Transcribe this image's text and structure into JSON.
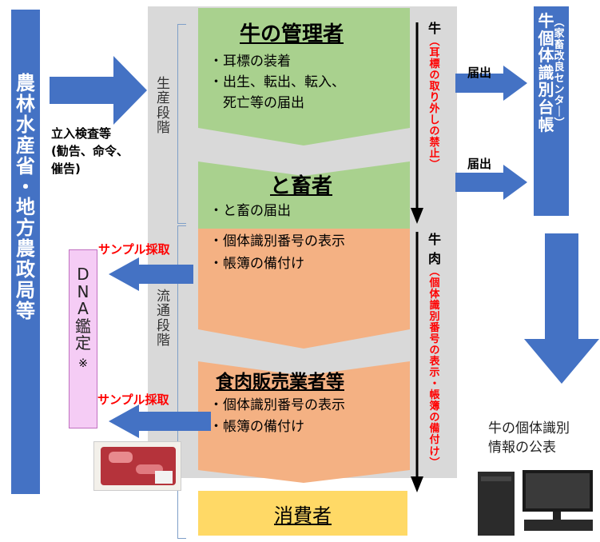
{
  "ministry": "農林水産省・地方農政局等",
  "inspection": {
    "line1": "立入検査等",
    "line2": "(勧告、命令、",
    "line3": "催告)"
  },
  "stage_production": "生産段階",
  "stage_distribution": "流通段階",
  "manager": {
    "title": "牛の管理者",
    "items": [
      "・耳標の装着",
      "・出生、転出、転入、",
      "　死亡等の届出"
    ]
  },
  "slaughter": {
    "title": "と畜者",
    "items": [
      "・と畜の届出"
    ]
  },
  "distribution_items": [
    "・個体識別番号の表示",
    "・帳簿の備付け"
  ],
  "retailer": {
    "title": "食肉販売業者等",
    "items": [
      "・個体識別番号の表示",
      "・帳簿の備付け"
    ]
  },
  "consumer": "消費者",
  "cattle_side": {
    "label": "牛",
    "red": "（耳標の取り外しの禁止）"
  },
  "beef_side": {
    "label": "牛肉",
    "red": "（個体識別番号の表示・帳簿の備付け）"
  },
  "report_label": "届出",
  "registry": {
    "main": "牛個体識別台帳",
    "sub": "（家畜改良センター）"
  },
  "sample_label": "サンプル採取",
  "dna": {
    "main": "DNA鑑定",
    "note": "※"
  },
  "publication": {
    "line1": "牛の個体識別",
    "line2": "情報の公表"
  },
  "colors": {
    "blue": "#4472c4",
    "green": "#a9d18e",
    "salmon": "#f4b183",
    "yellow": "#ffd966",
    "pink": "#f5ccf5",
    "red": "#ff0000",
    "gray": "#d9d9d9"
  }
}
